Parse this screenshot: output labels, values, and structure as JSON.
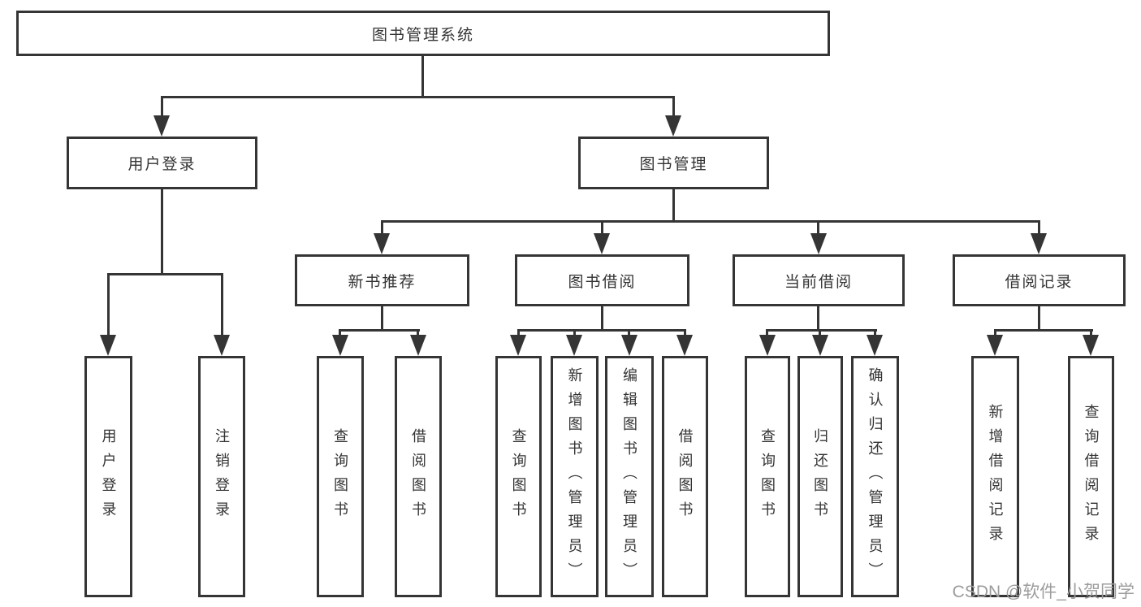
{
  "diagram_type": "hierarchy-tree",
  "root": {
    "label": "图书管理系统",
    "children": [
      {
        "label": "用户登录",
        "children": [
          {
            "label": "用户登录"
          },
          {
            "label": "注销登录"
          }
        ]
      },
      {
        "label": "图书管理",
        "children": [
          {
            "label": "新书推荐",
            "children": [
              {
                "label": "查询图书"
              },
              {
                "label": "借阅图书"
              }
            ]
          },
          {
            "label": "图书借阅",
            "children": [
              {
                "label": "查询图书"
              },
              {
                "label": "新增图书（管理员）"
              },
              {
                "label": "编辑图书（管理员）"
              },
              {
                "label": "借阅图书"
              }
            ]
          },
          {
            "label": "当前借阅",
            "children": [
              {
                "label": "查询图书"
              },
              {
                "label": "归还图书"
              },
              {
                "label": "确认归还（管理员）"
              }
            ]
          },
          {
            "label": "借阅记录",
            "children": [
              {
                "label": "新增借阅记录"
              },
              {
                "label": "查询借阅记录"
              }
            ]
          }
        ]
      }
    ]
  },
  "watermark": {
    "text": "CSDN @软件_小贺同学"
  },
  "colors": {
    "line": "#353535",
    "text": "#333333",
    "background": "#ffffff",
    "watermark": "#9c9c9c"
  }
}
